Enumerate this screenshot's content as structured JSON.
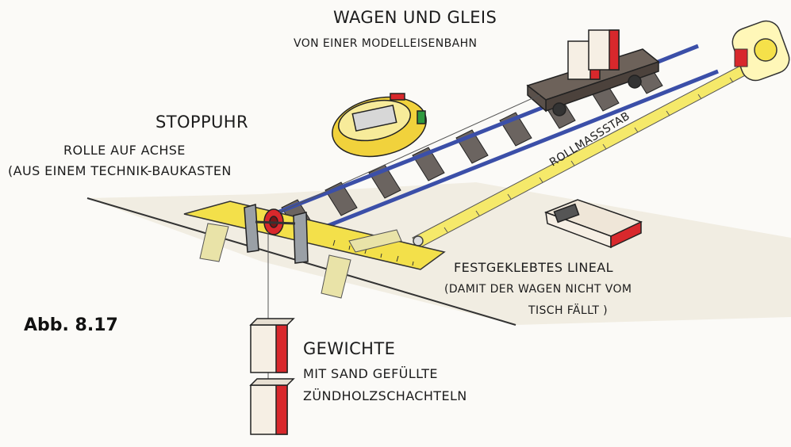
{
  "figure": {
    "caption": "Abb. 8.17"
  },
  "labels": {
    "wagen_title": "WAGEN UND GLEIS",
    "wagen_sub": "VON EINER MODELLEISENBAHN",
    "stoppuhr": "STOPPUHR",
    "rolle_title": "ROLLE AUF ACHSE",
    "rolle_sub": "(AUS EINEM TECHNIK-BAUKASTEN",
    "rollmassstab": "ROLLMASSSTAB",
    "lineal_title": "FESTGEKLEBTES LINEAL",
    "lineal_sub1": "(DAMIT DER WAGEN NICHT VOM",
    "lineal_sub2": "TISCH FÄLLT )",
    "gewichte_title": "GEWICHTE",
    "gewichte_sub1": "MIT SAND GEFÜLLTE",
    "gewichte_sub2": "ZÜNDHOLZSCHACHTELN"
  },
  "colors": {
    "rail": "#3b4fa8",
    "ruler": "#f3e04a",
    "red": "#d8282c",
    "tape": "#e9e3a8"
  }
}
